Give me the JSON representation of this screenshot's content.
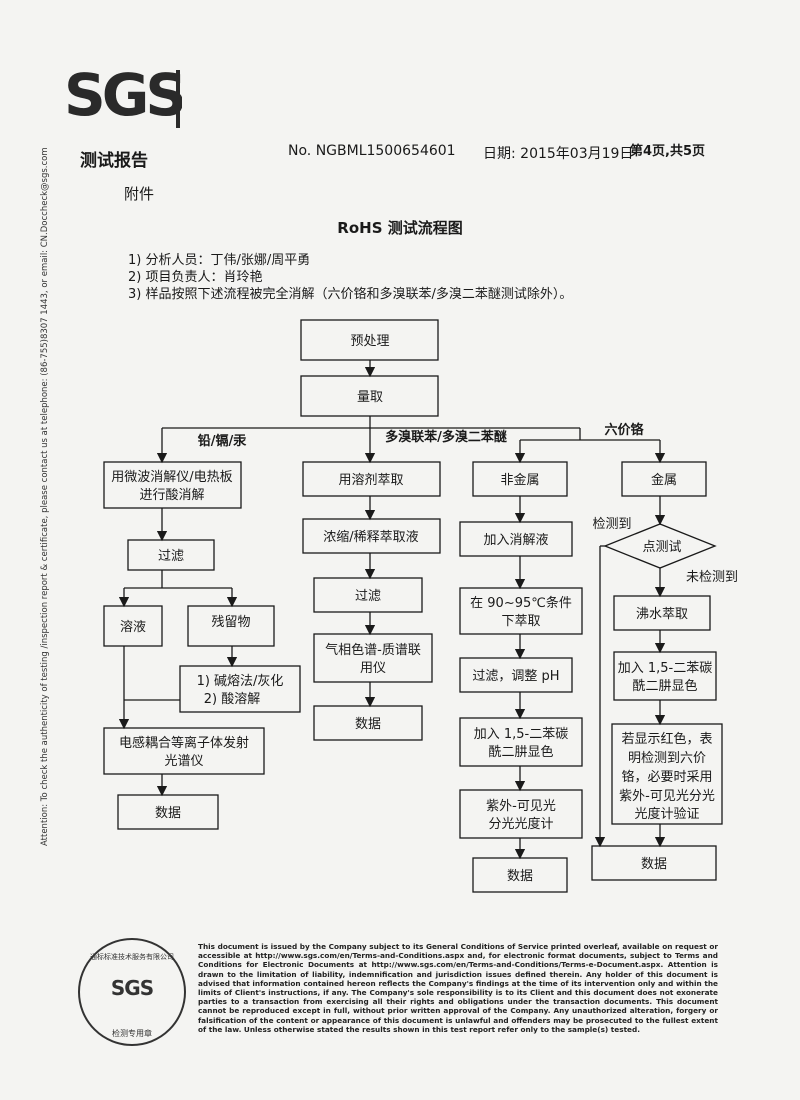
{
  "header": {
    "logo_text": "SGS",
    "report_title": "测试报告",
    "report_no": "No. NGBML1500654601",
    "date": "日期: 2015年03月19日",
    "page": "第4页,共5页",
    "appendix": "附件",
    "doc_title": "RoHS 测试流程图"
  },
  "notes": [
    "1) 分析人员：丁伟/张娜/周平勇",
    "2) 项目负责人：肖玲艳",
    "3) 样品按照下述流程被完全消解（六价铬和多溴联苯/多溴二苯醚测试除外）。"
  ],
  "side_note": "Attention: To check the authenticity of testing /inspection report & certificate, please contact us at telephone: (86-755)8307 1443, or email: CN.Doccheck@sgs.com",
  "flow": {
    "pretreat": "预处理",
    "measure": "量取",
    "branch_metals": "铅/镉/汞",
    "branch_pbb": "多溴联苯/多溴二苯醚",
    "branch_cr": "六价铬",
    "col1": {
      "step1_line1": "用微波消解仪/电热板",
      "step1_line2": "进行酸消解",
      "filter": "过滤",
      "solution": "溶液",
      "residue": "残留物",
      "method1": "1) 碱熔法/灰化",
      "method2": "2) 酸溶解",
      "icp_line1": "电感耦合等离子体发射",
      "icp_line2": "光谱仪",
      "data": "数据"
    },
    "col2": {
      "extract": "用溶剂萃取",
      "concentrate": "浓缩/稀释萃取液",
      "filter": "过滤",
      "gcms_line1": "气相色谱-质谱联",
      "gcms_line2": "用仪",
      "data": "数据"
    },
    "col3": {
      "nonmetal": "非金属",
      "add_solution": "加入消解液",
      "extract_line1": "在 90~95℃条件",
      "extract_line2": "下萃取",
      "filter_ph": "过滤，调整 pH",
      "dpc_line1": "加入 1,5-二苯碳",
      "dpc_line2": "酰二肼显色",
      "uv_line1": "紫外-可见光",
      "uv_line2": "分光光度计",
      "data": "数据"
    },
    "col4": {
      "metal": "金属",
      "detected": "检测到",
      "spot_test": "点测试",
      "not_detected": "未检测到",
      "boil": "沸水萃取",
      "dpc_line1": "加入 1,5-二苯碳",
      "dpc_line2": "酰二肼显色",
      "verify_line1": "若显示红色，表",
      "verify_line2": "明检测到六价",
      "verify_line3": "铬，必要时采用",
      "verify_line4": "紫外-可见光分光",
      "verify_line5": "光度计验证",
      "data": "数据"
    }
  },
  "footer": {
    "disclaimer": "This document is issued by the Company subject to its General Conditions of Service printed overleaf, available on request or accessible at http://www.sgs.com/en/Terms-and-Conditions.aspx and, for electronic format documents, subject to Terms and Conditions for Electronic Documents at http://www.sgs.com/en/Terms-and-Conditions/Terms-e-Document.aspx. Attention is drawn to the limitation of liability, indemnification and jurisdiction issues defined therein. Any holder of this document is advised that information contained hereon reflects the Company's findings at the time of its intervention only and within the limits of Client's instructions, if any. The Company's sole responsibility is to its Client and this document does not exonerate parties to a transaction from exercising all their rights and obligations under the transaction documents. This document cannot be reproduced except in full, without prior written approval of the Company. Any unauthorized alteration, forgery or falsification of the content or appearance of this document is unlawful and offenders may be prosecuted to the fullest extent of the law. Unless otherwise stated the results shown in this test report refer only to the sample(s) tested.",
    "seal_top": "通标标准技术服务有限公司",
    "seal_text": "SGS",
    "seal_bottom": "检测专用章"
  }
}
